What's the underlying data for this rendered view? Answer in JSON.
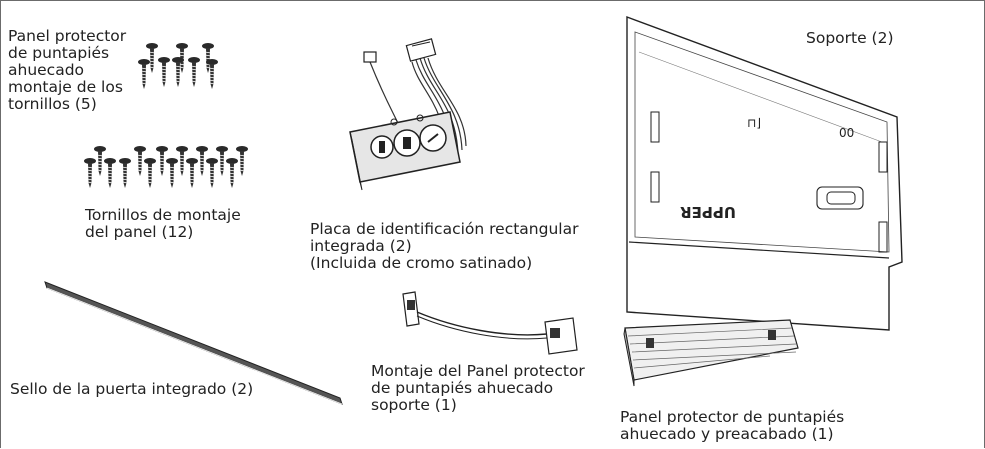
{
  "labels": {
    "screws5": [
      "Panel protector",
      "de puntapiés",
      "ahuecado",
      "montaje de los",
      "tornillos (5)"
    ],
    "screws12": [
      "Tornillos de montaje",
      "del panel (12)"
    ],
    "nameplate": [
      "Placa de identificación rectangular",
      "integrada (2)",
      "(Incluida de cromo satinado)"
    ],
    "bracket": "Soporte (2)",
    "seal": "Sello de la puerta integrado (2)",
    "kick_bracket": [
      "Montaje del Panel protector",
      "de puntapiés ahuecado",
      "soporte (1)"
    ],
    "kick_panel": [
      "Panel protector de puntapiés",
      "ahuecado y preacabado (1)"
    ],
    "bracket_text": "UPPER"
  },
  "counts": {
    "screws5": 5,
    "screws12": 12
  }
}
